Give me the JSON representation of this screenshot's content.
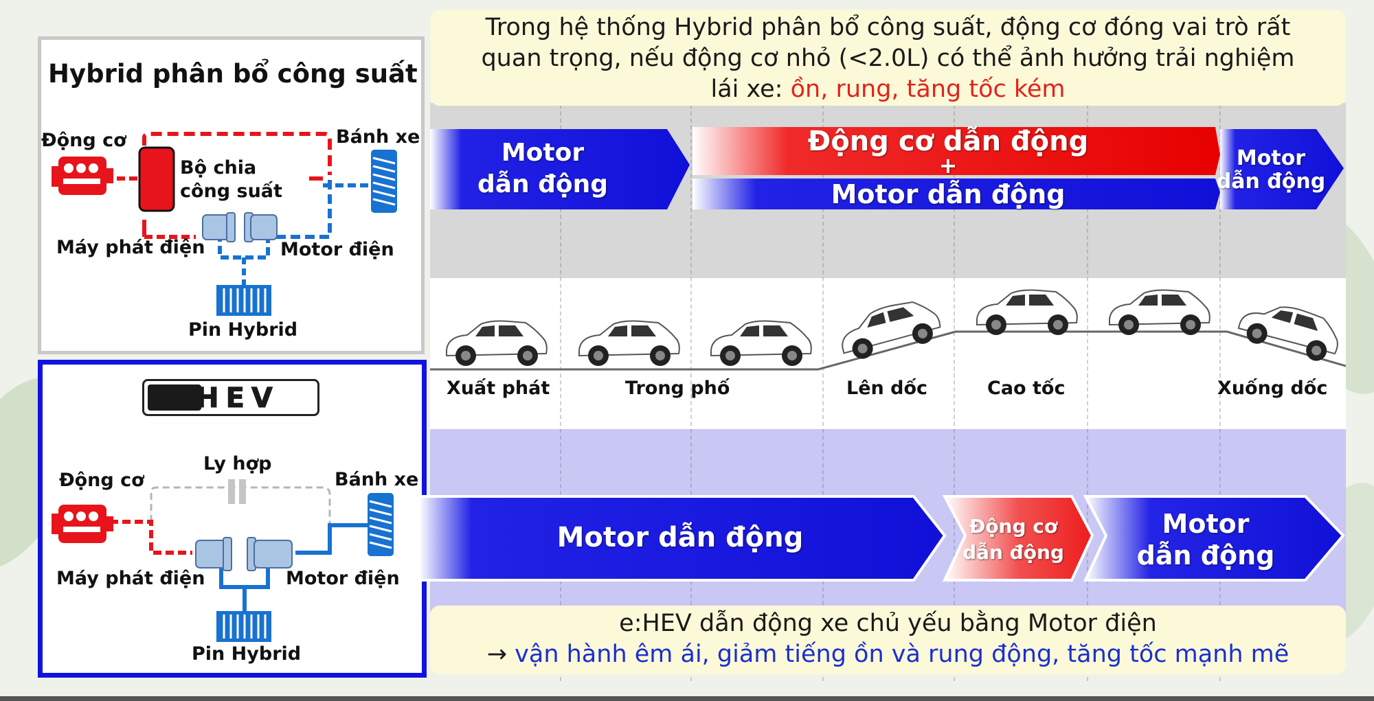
{
  "left_top": {
    "title": "Hybrid phân bổ công suất",
    "engine_label": "Động cơ",
    "splitter_label": "Bộ chia\ncông suất",
    "wheels_label": "Bánh xe",
    "generator_label": "Máy phát điện",
    "motor_label": "Motor điện",
    "battery_label": "Pin Hybrid"
  },
  "left_bottom": {
    "logo_text": "e:HEV",
    "engine_label": "Động cơ",
    "clutch_label": "Ly hợp",
    "wheels_label": "Bánh xe",
    "generator_label": "Máy phát điện",
    "motor_label": "Motor điện",
    "battery_label": "Pin Hybrid"
  },
  "top_note": {
    "line1": "Trong hệ thống Hybrid phân bổ công suất, động cơ đóng vai trò rất",
    "line2": "quan trọng, nếu động cơ nhỏ (<2.0L) có thể ảnh hưởng trải nghiệm",
    "line3_prefix": "lái xe: ",
    "line3_highlight": "ồn, rung, tăng tốc kém"
  },
  "top_arrows": {
    "motor_start": "Motor\ndẫn động",
    "engine_drive": "Động cơ dẫn động",
    "plus": "+",
    "motor_combined": "Motor dẫn động",
    "motor_end": "Motor\ndẫn động"
  },
  "scenarios": [
    "Xuất phát",
    "Trong phố",
    "Lên dốc",
    "Cao tốc",
    "Xuống dốc"
  ],
  "bottom_arrows": {
    "motor_main": "Motor dẫn động",
    "engine_drive": "Động cơ\ndẫn động",
    "motor_end": "Motor\ndẫn động"
  },
  "bottom_note": {
    "line1": "e:HEV dẫn động xe chủ yếu bằng Motor điện",
    "arrow": "→ ",
    "line2": "vận hành êm ái, giảm tiếng ồn và rung động, tăng tốc mạnh mẽ"
  },
  "colors": {
    "red": "#e8141b",
    "blue": "#1010d8",
    "highlight_red": "#e5211b",
    "highlight_blue": "#1a2fd0",
    "frame_blue": "#1212e0"
  }
}
